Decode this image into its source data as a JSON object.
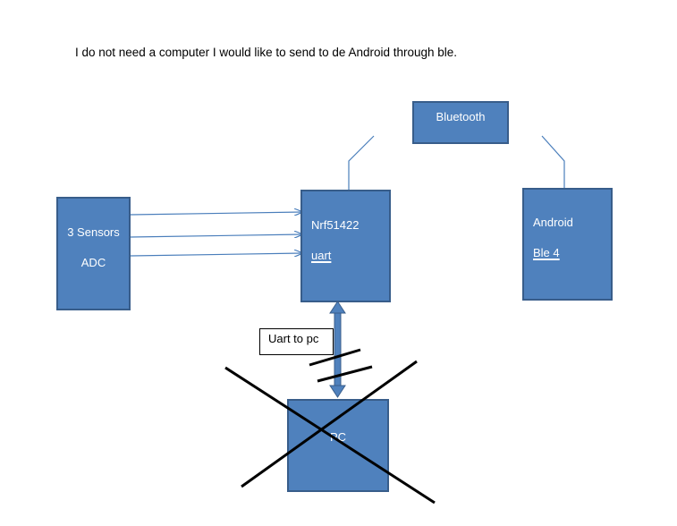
{
  "caption": "I do not need a computer I would like to send to de Android through ble.",
  "blocks": {
    "bluetooth": {
      "label": "Bluetooth"
    },
    "sensors": {
      "line1": "3 Sensors",
      "line2": "ADC"
    },
    "nrf": {
      "line1": "Nrf51422",
      "line2": "uart"
    },
    "android": {
      "line1": "Android",
      "line2": "Ble 4"
    },
    "pc": {
      "label": "PC"
    }
  },
  "uart_label": "Uart to pc",
  "colors": {
    "block_fill": "#4f81bd",
    "block_border": "#385d8a",
    "connector": "#4a7ebb",
    "cross": "#000000"
  }
}
